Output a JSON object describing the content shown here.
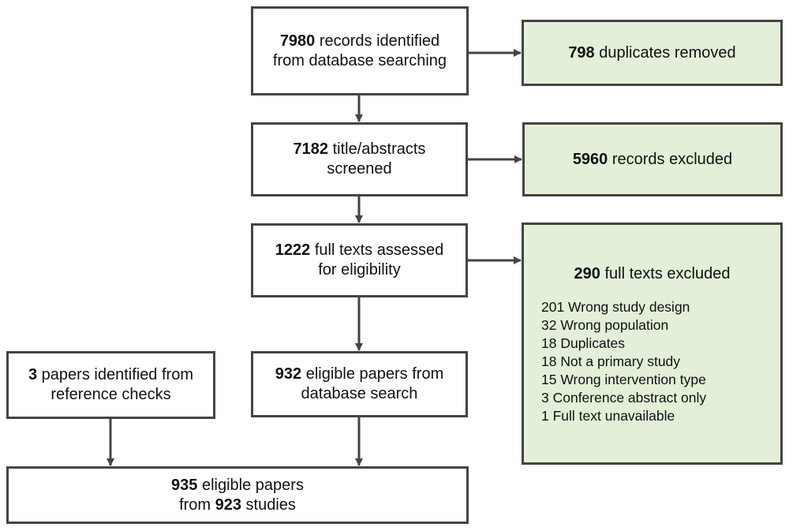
{
  "diagram": {
    "type": "PRISMA flow diagram",
    "colors": {
      "box_border": "#444444",
      "excluded_fill": "#e3efd8",
      "main_fill": "#ffffff",
      "arrow": "#444444"
    },
    "boxes": {
      "identified": {
        "number": "7980",
        "line1_rest": " records identified",
        "line2": "from database searching"
      },
      "duplicates": {
        "number": "798",
        "rest": " duplicates removed"
      },
      "screened": {
        "number": "7182",
        "line1_rest": " title/abstracts",
        "line2": "screened"
      },
      "records_excluded": {
        "number": "5960",
        "rest": " records excluded"
      },
      "full_texts": {
        "number": "1222",
        "line1_rest": " full texts assessed",
        "line2": "for eligibility"
      },
      "full_texts_excluded": {
        "number": "290",
        "rest": " full texts excluded",
        "reasons": [
          "201 Wrong study design",
          "32 Wrong population",
          "18 Duplicates",
          "18 Not a primary study",
          "15 Wrong intervention type",
          "3 Conference abstract only",
          "1 Full text unavailable"
        ]
      },
      "reference_checks": {
        "number": "3",
        "line1_rest": " papers identified from",
        "line2": "reference checks"
      },
      "eligible_db": {
        "number": "932",
        "line1_rest": " eligible papers from",
        "line2": "database search"
      },
      "final": {
        "number": "935",
        "line1_rest": " eligible papers",
        "line2_prefix": "from ",
        "line2_number": "923",
        "line2_suffix": " studies"
      }
    },
    "edges": [
      {
        "from": "identified",
        "to": "duplicates"
      },
      {
        "from": "identified",
        "to": "screened"
      },
      {
        "from": "screened",
        "to": "records_excluded"
      },
      {
        "from": "screened",
        "to": "full_texts"
      },
      {
        "from": "full_texts",
        "to": "full_texts_excluded"
      },
      {
        "from": "full_texts",
        "to": "eligible_db"
      },
      {
        "from": "reference_checks",
        "to": "final"
      },
      {
        "from": "eligible_db",
        "to": "final"
      }
    ]
  }
}
